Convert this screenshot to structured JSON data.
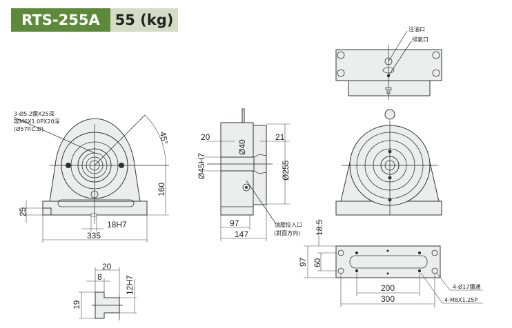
{
  "header": {
    "model": "RTS-255A",
    "weight": "55 (kg)"
  },
  "front_view": {
    "note_lines": [
      "3-Ø5.2鑽X25深",
      "攻M6X1.0PX20深",
      "(Ø57P.C.D)"
    ],
    "angle": "45°",
    "dim_height": "160",
    "dim_base": "25",
    "dim_slot": "18H7",
    "dim_width": "335"
  },
  "side_view": {
    "dim_left": "20",
    "dim_right": "21",
    "dim_bore": "Ø40",
    "dim_bore_fit": "Ø45H7",
    "dim_diameter": "Ø255",
    "dim_97": "97",
    "dim_147": "147",
    "oil_inlet_lines": [
      "油壓投入口",
      "(對面方向)"
    ]
  },
  "top_view": {
    "oil_fill": "注油口",
    "air_vent": "排氣口"
  },
  "bottom_view": {
    "dim_18_5": "18.5",
    "dim_97": "97",
    "dim_60": "60",
    "dim_200": "200",
    "dim_300": "300",
    "hole_note": "4-Ø17鑽通",
    "tap_note": "4-M8X1.25P"
  },
  "tslot_detail": {
    "dim_20": "20",
    "dim_8": "8",
    "dim_12h7": "12H7",
    "dim_19": "19"
  }
}
